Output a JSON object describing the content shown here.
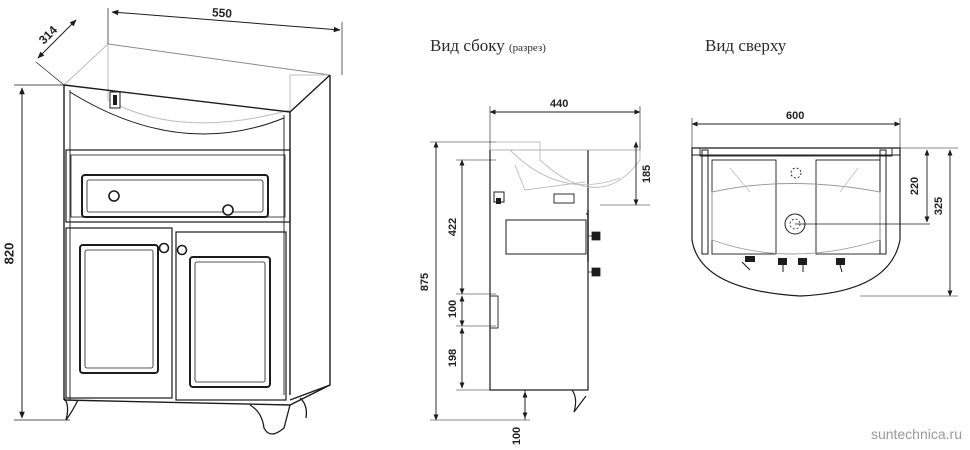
{
  "views": {
    "side_title": "Вид сбоку",
    "side_note": "(разрез)",
    "top_title": "Вид сверху"
  },
  "dimensions": {
    "front_width": "550",
    "front_depth": "314",
    "front_height": "820",
    "side_width": "440",
    "side_total_height": "875",
    "side_bowl_height": "185",
    "side_upper": "422",
    "side_middle": "100",
    "side_lower": "198",
    "side_bottom": "100",
    "top_width": "600",
    "top_depth_inner": "220",
    "top_depth_outer": "325"
  },
  "watermark": "suntechnica.ru",
  "colors": {
    "line": "#1c1c1c",
    "light": "#bdbdbd",
    "text": "#2a2a2a"
  }
}
